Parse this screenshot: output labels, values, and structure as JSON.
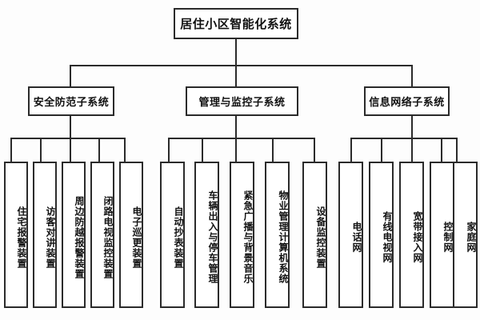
{
  "diagram": {
    "type": "organizational-tree",
    "title": "居住小区智能化系统",
    "root": {
      "label": "居住小区智能化系统"
    },
    "branches": [
      {
        "label": "安全防范子系统",
        "children": [
          {
            "label": "住宅报警装置"
          },
          {
            "label": "访客对讲装置"
          },
          {
            "label": "周边防越报警装置"
          },
          {
            "label": "闭路电视监控装置"
          },
          {
            "label": "电子巡更装置"
          }
        ]
      },
      {
        "label": "管理与监控子系统",
        "children": [
          {
            "label": "自动抄表装置"
          },
          {
            "label": "车辆出入与停车管理"
          },
          {
            "label": "紧急广播与背景音乐"
          },
          {
            "label": "物业管理计算机系统"
          },
          {
            "label": "设备监控装置"
          }
        ]
      },
      {
        "label": "信息网络子系统",
        "children": [
          {
            "label": "电话网"
          },
          {
            "label": "有线电视网"
          },
          {
            "label": "宽带接入网"
          },
          {
            "label": "控制网"
          },
          {
            "label": "家庭网"
          }
        ]
      }
    ],
    "colors": {
      "background": "#fdfdfd",
      "line": "#2b2b2b",
      "box_fill": "#ffffff",
      "text": "#111111"
    }
  }
}
